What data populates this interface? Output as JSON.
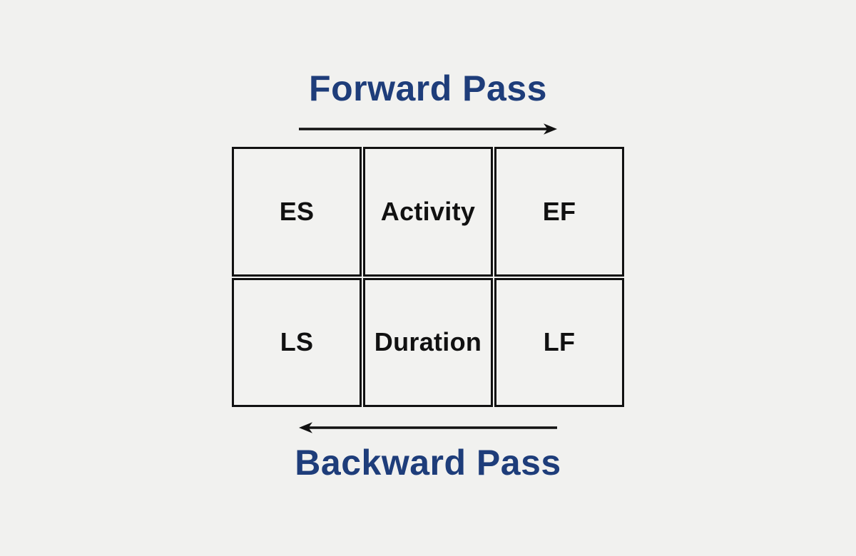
{
  "diagram": {
    "forward_pass_label": "Forward Pass",
    "backward_pass_label": "Backward Pass",
    "cells": [
      {
        "name": "early-start",
        "label": "ES"
      },
      {
        "name": "activity",
        "label": "Activity"
      },
      {
        "name": "early-finish",
        "label": "EF"
      },
      {
        "name": "late-start",
        "label": "LS"
      },
      {
        "name": "duration",
        "label": "Duration"
      },
      {
        "name": "late-finish",
        "label": "LF"
      }
    ],
    "arrows": [
      {
        "name": "forward-arrow",
        "direction": "right"
      },
      {
        "name": "backward-arrow",
        "direction": "left"
      }
    ],
    "colors": {
      "accent": "#1e3d7a",
      "line": "#111111",
      "background": "#f1f1ef"
    }
  }
}
